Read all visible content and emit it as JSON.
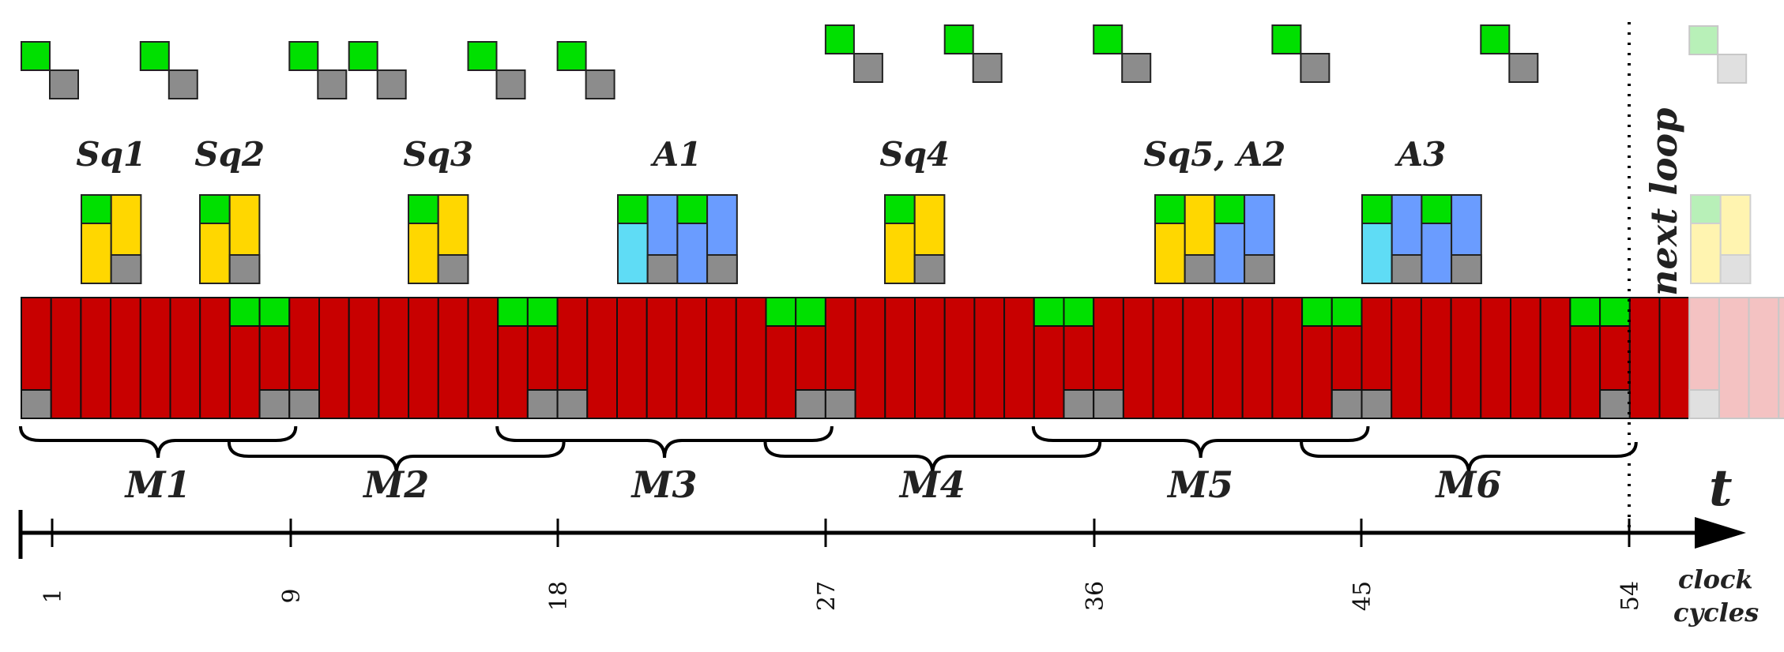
{
  "colors": {
    "main": "#c80000",
    "green": "#00e000",
    "gray": "#8c8c8c",
    "yellow": "#ffd700",
    "blue": "#6a9cff",
    "cyan": "#5fdcf5",
    "fade_main": "#f4c2c2",
    "fade_green": "#b8f0b8",
    "fade_gray": "#e0e0e0",
    "fade_yellow": "#fff4b0"
  },
  "cycle_count": 56,
  "faded_start": 56,
  "main_greens": [
    7,
    8,
    16,
    17,
    25,
    26,
    34,
    35,
    43,
    44,
    52,
    53
  ],
  "main_grays": [
    0,
    8,
    9,
    17,
    18,
    26,
    27,
    35,
    36,
    44,
    45,
    53
  ],
  "top_ops": [
    0,
    4,
    9,
    11,
    15,
    18,
    27,
    31,
    36,
    42,
    49
  ],
  "operations": [
    {
      "label": "Sq1",
      "cycle": 2,
      "blocks": [
        "yellow"
      ]
    },
    {
      "label": "Sq2",
      "cycle": 6,
      "blocks": [
        "yellow"
      ]
    },
    {
      "label": "Sq3",
      "cycle": 13,
      "blocks": [
        "yellow"
      ]
    },
    {
      "label": "A1",
      "cycle": 20,
      "blocks": [
        "cyan",
        "blue"
      ]
    },
    {
      "label": "Sq4",
      "cycle": 29,
      "blocks": [
        "yellow"
      ]
    },
    {
      "label": "Sq5, A2",
      "cycle": 38,
      "blocks": [
        "yellow",
        "blue"
      ]
    },
    {
      "label": "A3",
      "cycle": 45,
      "blocks": [
        "cyan",
        "blue"
      ]
    }
  ],
  "multiplications": [
    {
      "label": "M1",
      "start": 0,
      "end": 9,
      "row": 0
    },
    {
      "label": "M2",
      "start": 7,
      "end": 18,
      "row": 1
    },
    {
      "label": "M3",
      "start": 16,
      "end": 27,
      "row": 0
    },
    {
      "label": "M4",
      "start": 25,
      "end": 36,
      "row": 1
    },
    {
      "label": "M5",
      "start": 34,
      "end": 45,
      "row": 0
    },
    {
      "label": "M6",
      "start": 43,
      "end": 54,
      "row": 1
    }
  ],
  "ticks": [
    "1",
    "9",
    "18",
    "27",
    "36",
    "45",
    "54"
  ],
  "time_label": "t",
  "axis_unit": [
    "clock",
    "cycles"
  ],
  "next_loop_label": "next loop"
}
